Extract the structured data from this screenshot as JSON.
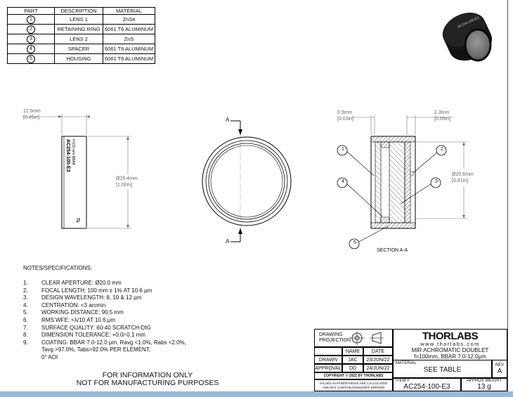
{
  "parts_table": {
    "headers": [
      "PART",
      "DESCRIPTION",
      "MATERIAL"
    ],
    "rows": [
      {
        "part": "1",
        "description": "LENS 1",
        "material": "ZnSe"
      },
      {
        "part": "2",
        "description": "RETAINING RING",
        "material": "6061 T6 ALUMINUM"
      },
      {
        "part": "3",
        "description": "LENS 2",
        "material": "ZnS"
      },
      {
        "part": "4",
        "description": "SPACER",
        "material": "6061 T6 ALUMINUM"
      },
      {
        "part": "5",
        "description": "HOUSING",
        "material": "6061 T6 ALUMINUM"
      }
    ]
  },
  "side_view": {
    "length_mm": "11.5mm",
    "length_in": "[0.45in]",
    "diameter_mm": "Ø25.4mm",
    "diameter_in": "[1.00in]"
  },
  "front_view": {
    "section_label": "A"
  },
  "section_view": {
    "dim_left_mm": "0.9mm",
    "dim_left_in": "[0.03in]",
    "dim_right_mm": "2.3mm",
    "dim_right_in": "[0.09in]",
    "diameter_mm": "Ø20.6mm",
    "diameter_in": "[0.81in]",
    "callouts": [
      "1",
      "2",
      "3",
      "4",
      "5"
    ],
    "title": "SECTION A-A"
  },
  "notes": {
    "title": "NOTES/SPECIFICATIONS:",
    "items": [
      {
        "n": "1.",
        "text": "CLEAR APERTURE: Ø20.0 mm"
      },
      {
        "n": "2.",
        "text": "FOCAL LENGTH: 100 mm ± 1% AT 10.6 µm"
      },
      {
        "n": "3.",
        "text": "DESIGN WAVELENGTH: 8, 10 & 12 µm"
      },
      {
        "n": "4.",
        "text": "CENTRATION: <3 arcmin"
      },
      {
        "n": "5.",
        "text": "WORKING DISTANCE: 90.5 mm"
      },
      {
        "n": "6.",
        "text": "RMS WFE: <λ/10 AT 10.6 µm"
      },
      {
        "n": "7.",
        "text": "SURFACE QUALITY: 60-40 SCRATCH-DIG"
      },
      {
        "n": "8.",
        "text": "DIMENSION TOLERANCE: +0.0/-0.1 mm"
      },
      {
        "n": "9.",
        "text": "COATING: BBAR 7.0-12.0 µm, Ravg <1.0%, Rabs <2.0%,"
      },
      {
        "n": "",
        "text": "Tavg >97.0%, Tabs>92.0% PER ELEMENT,"
      },
      {
        "n": "",
        "text": "0° AOI"
      }
    ]
  },
  "disclaimer": {
    "line1": "FOR INFORMATION ONLY",
    "line2": "NOT FOR MANUFACTURING PURPOSES"
  },
  "title_block": {
    "drawing_projection": "DRAWING PROJECTION",
    "name_header": "NAME",
    "date_header": "DATE",
    "drawn_label": "DRAWN",
    "drawn_name": "JAC",
    "drawn_date": "23/JUN/22",
    "approval_label": "APPROVAL",
    "approval_name": "DD",
    "approval_date": "24/JUN/22",
    "copyright": "COPYRIGHT © 2022 BY THORLABS",
    "values_note1": "VALUES IN PARENTHESIS ARE CALCULATED",
    "values_note2": "AND MAY CONTAIN ROUNDOFF ERRORS",
    "logo": "THORLABS",
    "website": "www.thorlabs.com",
    "description1": "MIR ACHROMATIC DOUBLET",
    "description2": "f=100mm, BBAR 7.0-12.0µm",
    "material_label": "MATERIAL",
    "material_value": "SEE TABLE",
    "rev_label": "REV",
    "rev_value": "A",
    "item_label": "ITEM #",
    "item_value": "AC254-100-E3",
    "weight_label": "APPROX WEIGHT",
    "weight_value": "13 g"
  }
}
